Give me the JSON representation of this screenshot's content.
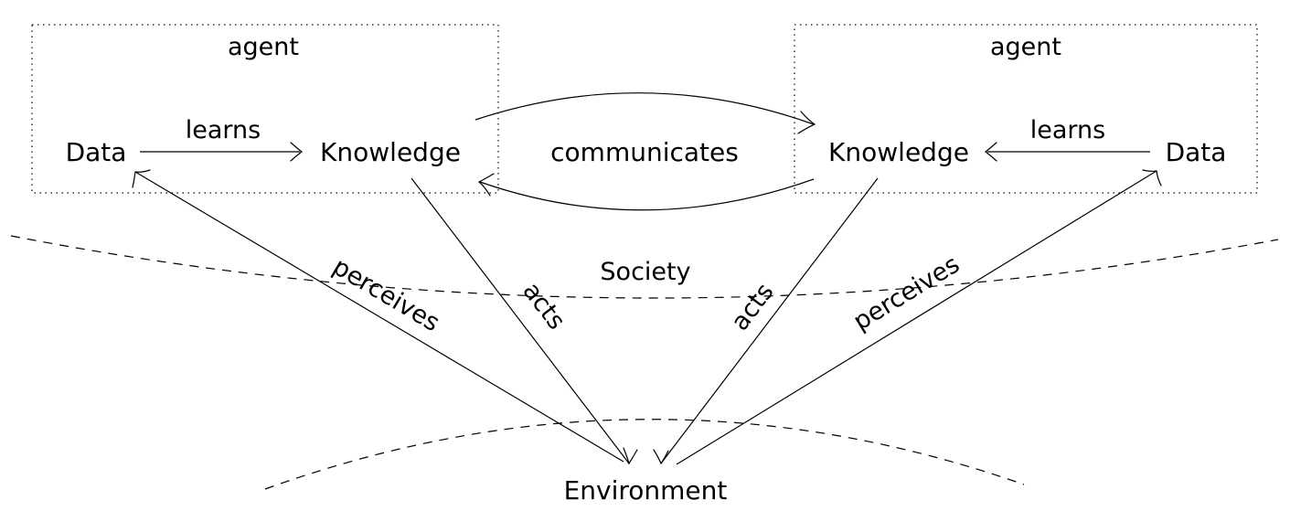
{
  "agents": [
    {
      "title": "agent",
      "data_label": "Data",
      "knowledge_label": "Knowledge",
      "learns_label": "learns"
    },
    {
      "title": "agent",
      "data_label": "Data",
      "knowledge_label": "Knowledge",
      "learns_label": "learns"
    }
  ],
  "communicates_label": "communicates",
  "society_label": "Society",
  "environment_label": "Environment",
  "left_perceives_label": "perceives",
  "left_acts_label": "acts",
  "right_acts_label": "acts",
  "right_perceives_label": "perceives"
}
